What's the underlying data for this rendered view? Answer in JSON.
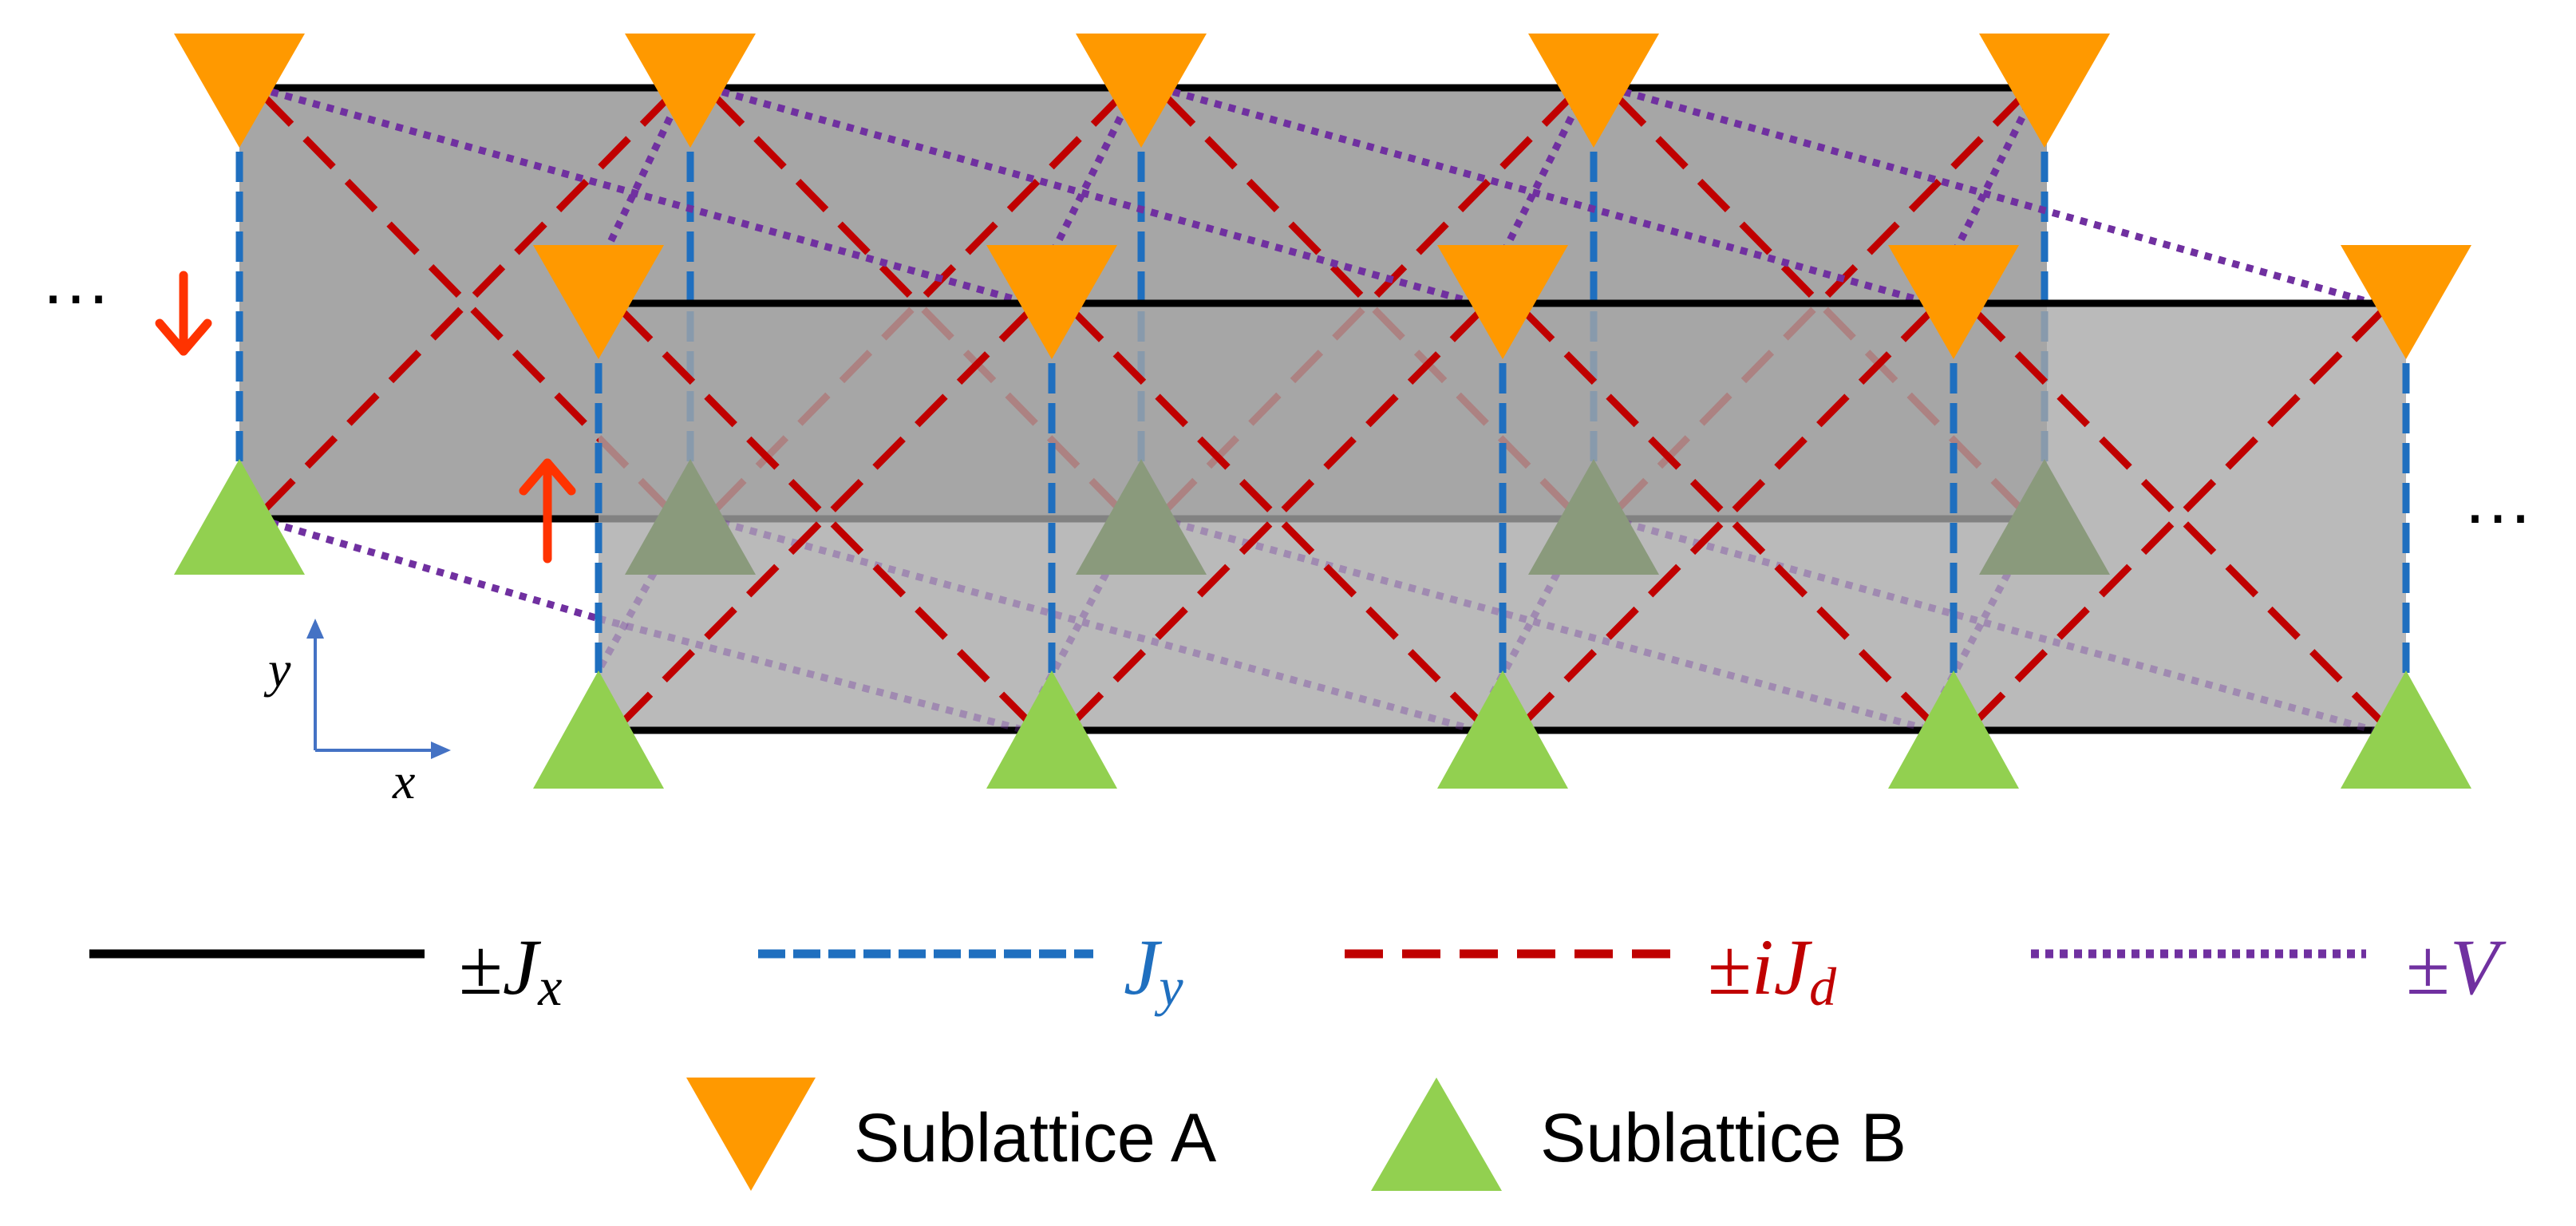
{
  "diagram": {
    "ellipsis_left": "…",
    "ellipsis_right": "…",
    "spin_down_arrow": "↓",
    "spin_up_arrow": "↑",
    "axes": {
      "x_label": "x",
      "y_label": "y"
    },
    "colors": {
      "background": "#ffffff",
      "panel_fill": "#a6a6a6",
      "jx_line": "#000000",
      "jy_line": "#1f6fbf",
      "jd_line": "#c00000",
      "v_line": "#7030a0",
      "sublattice_a": "#ff9900",
      "sublattice_b": "#92d050",
      "spin_arrow": "#ff3300",
      "axis": "#4472c4"
    }
  },
  "legend": {
    "jx": {
      "sign": "±",
      "symbol": "J",
      "subscript": "x"
    },
    "jy": {
      "sign": "",
      "symbol": "J",
      "subscript": "y"
    },
    "jd": {
      "sign": "±",
      "imag": "i",
      "symbol": "J",
      "subscript": "d"
    },
    "v": {
      "sign": "±",
      "symbol": "V"
    },
    "sublattice_a_label": "Sublattice A",
    "sublattice_b_label": "Sublattice B"
  }
}
